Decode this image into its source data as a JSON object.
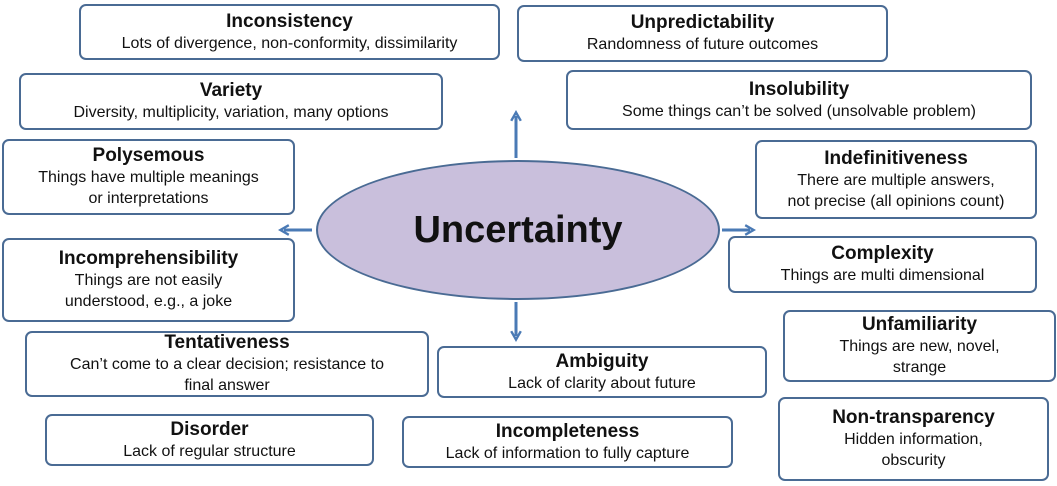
{
  "center": "Uncertainty",
  "colors": {
    "border": "#4a6b94",
    "ellipse_fill": "#c9bfdc",
    "arrow": "#4a7ab5"
  },
  "boxes": [
    {
      "title": "Inconsistency",
      "desc": [
        "Lots of divergence, non-conformity, dissimilarity"
      ]
    },
    {
      "title": "Unpredictability",
      "desc": [
        "Randomness of future outcomes"
      ]
    },
    {
      "title": "Variety",
      "desc": [
        "Diversity, multiplicity, variation, many options"
      ]
    },
    {
      "title": "Insolubility",
      "desc": [
        "Some things can’t be solved (unsolvable problem)"
      ]
    },
    {
      "title": "Polysemous",
      "desc": [
        "Things have multiple meanings",
        "or interpretations"
      ]
    },
    {
      "title": "Indefinitiveness",
      "desc": [
        "There are multiple answers,",
        "not precise (all opinions count)"
      ]
    },
    {
      "title": "Incomprehensibility",
      "desc": [
        "Things are not easily",
        "understood, e.g., a joke"
      ]
    },
    {
      "title": "Complexity",
      "desc": [
        "Things are multi dimensional"
      ]
    },
    {
      "title": "Tentativeness",
      "desc": [
        "Can’t come to a clear decision; resistance to",
        "final answer"
      ]
    },
    {
      "title": "Unfamiliarity",
      "desc": [
        "Things are new, novel,",
        "strange"
      ]
    },
    {
      "title": "Ambiguity",
      "desc": [
        "Lack of clarity about future"
      ]
    },
    {
      "title": "Disorder",
      "desc": [
        "Lack of regular structure"
      ]
    },
    {
      "title": "Incompleteness",
      "desc": [
        "Lack of information to fully capture"
      ]
    },
    {
      "title": "Non-transparency",
      "desc": [
        "Hidden information,",
        "obscurity"
      ]
    }
  ]
}
